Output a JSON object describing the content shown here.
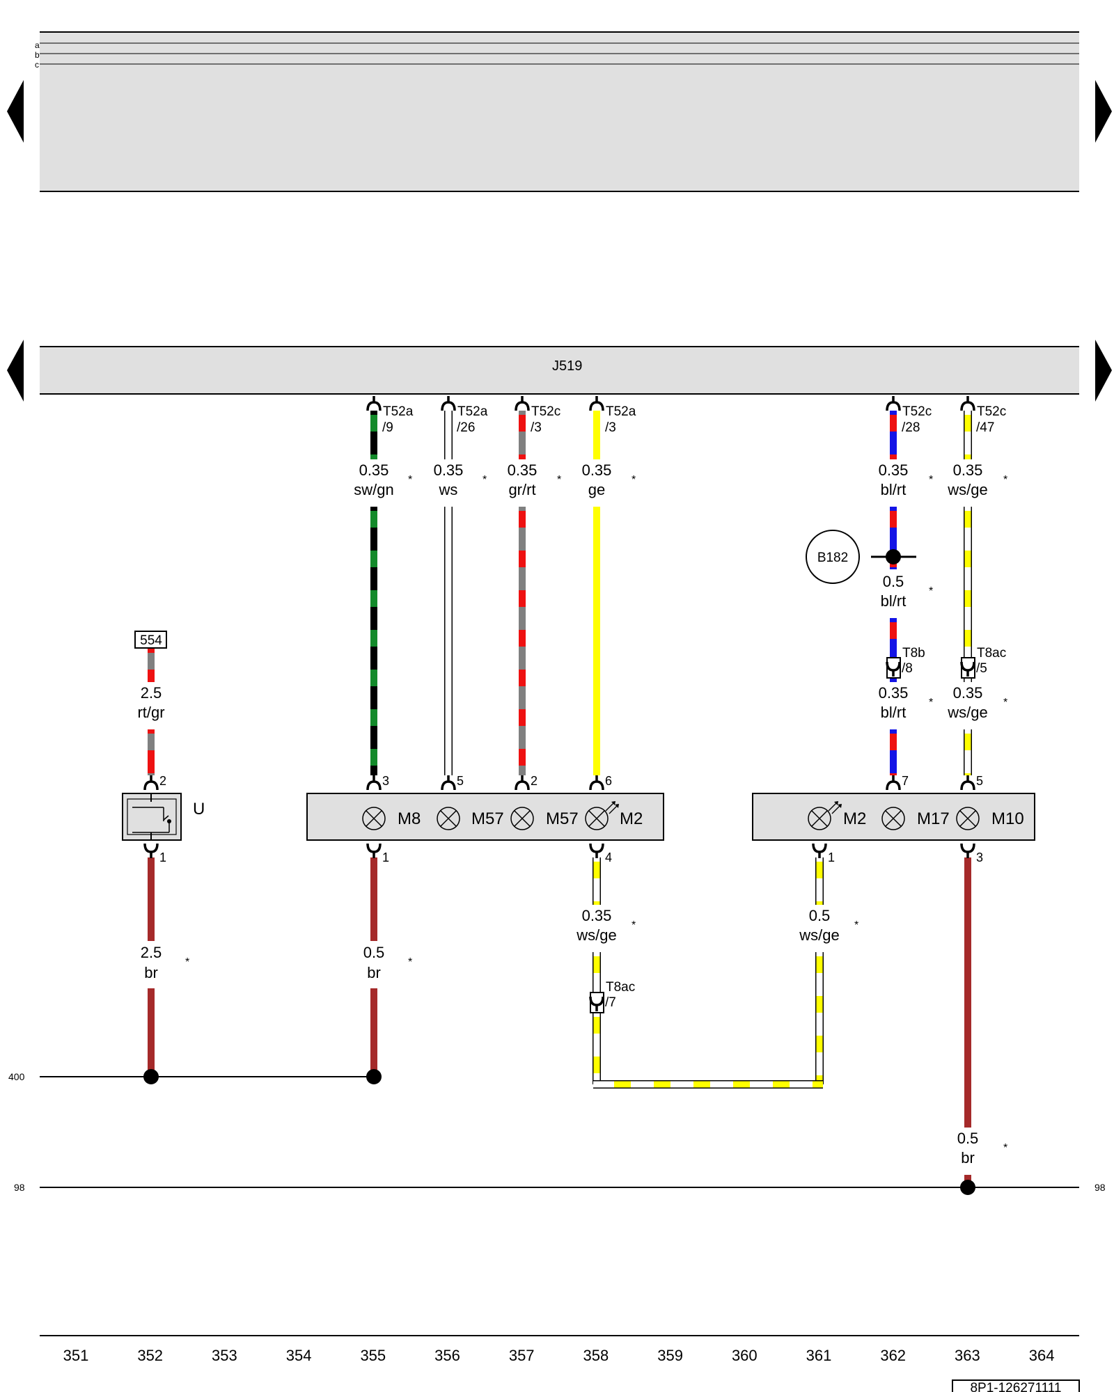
{
  "header": {
    "row_labels": [
      "a",
      "b",
      "c"
    ]
  },
  "module": {
    "label": "J519"
  },
  "bus_labels": {
    "left_400": "400",
    "left_98": "98",
    "right_98": "98"
  },
  "colors": {
    "sw": "#000000",
    "gn": "#138a2a",
    "ws": "#ffffff",
    "gr": "#808080",
    "rt": "#ee1111",
    "ge": "#ffff00",
    "bl": "#1414e6",
    "br": "#a52a2a",
    "panel": "#e0e0e0"
  },
  "connectors": [
    {
      "l1": "T52a",
      "l2": "/9"
    },
    {
      "l1": "T52a",
      "l2": "/26"
    },
    {
      "l1": "T52c",
      "l2": "/3"
    },
    {
      "l1": "T52a",
      "l2": "/3"
    },
    {
      "l1": "T52c",
      "l2": "/28"
    },
    {
      "l1": "T52c",
      "l2": "/47"
    }
  ],
  "wire_labels": [
    {
      "size": "0.35",
      "color": "sw/gn",
      "star": "*"
    },
    {
      "size": "0.35",
      "color": "ws",
      "star": "*"
    },
    {
      "size": "0.35",
      "color": "gr/rt",
      "star": "*"
    },
    {
      "size": "0.35",
      "color": "ge",
      "star": "*"
    },
    {
      "size": "0.35",
      "color": "bl/rt",
      "star": "*"
    },
    {
      "size": "0.35",
      "color": "ws/ge",
      "star": "*"
    },
    {
      "size": "0.5",
      "color": "bl/rt",
      "star": "*"
    },
    {
      "size": "0.35",
      "color": "bl/rt",
      "star": "*"
    },
    {
      "size": "0.35",
      "color": "ws/ge",
      "star": "*"
    },
    {
      "size": "2.5",
      "color": "rt/gr"
    },
    {
      "size": "2.5",
      "color": "br",
      "star": "*"
    },
    {
      "size": "0.5",
      "color": "br",
      "star": "*"
    },
    {
      "size": "0.35",
      "color": "ws/ge",
      "star": "*"
    },
    {
      "size": "0.5",
      "color": "ws/ge",
      "star": "*"
    },
    {
      "size": "0.5",
      "color": "br",
      "star": "*"
    }
  ],
  "splice": {
    "label": "B182"
  },
  "inline_connectors": [
    {
      "l1": "T8b",
      "l2": "/8"
    },
    {
      "l1": "T8ac",
      "l2": "/5"
    },
    {
      "l1": "T8ac",
      "l2": "/7"
    }
  ],
  "ref_box": {
    "label": "554"
  },
  "component_u": {
    "label": "U"
  },
  "pins": {
    "u_top": "2",
    "u_bottom": "1",
    "b1_top": [
      "3",
      "5",
      "2",
      "6"
    ],
    "b1_bottom": [
      "1",
      "4"
    ],
    "b2_top": [
      "7",
      "5"
    ],
    "b2_bottom": [
      "1",
      "3"
    ]
  },
  "lamps": [
    "M8",
    "M57",
    "M57",
    "M2",
    "M2",
    "M17",
    "M10"
  ],
  "columns": [
    "351",
    "352",
    "353",
    "354",
    "355",
    "356",
    "357",
    "358",
    "359",
    "360",
    "361",
    "362",
    "363",
    "364"
  ],
  "doc_id": "8P1-126271111"
}
